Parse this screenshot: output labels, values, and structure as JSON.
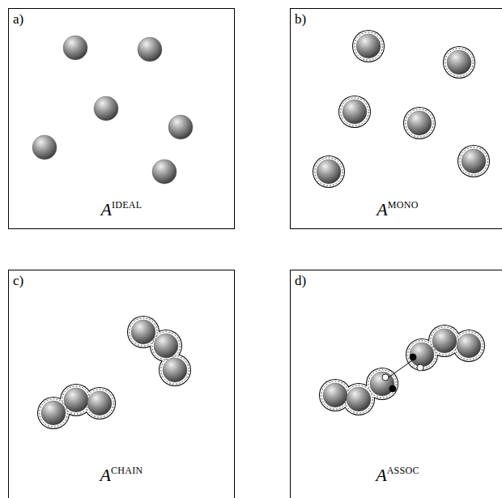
{
  "diagram": {
    "nodes": [
      {
        "text": [
          "a)",
          "A",
          "IDEAL"
        ]
      },
      {
        "text": [
          "b)",
          "A",
          "MONO"
        ]
      },
      {
        "text": [
          "c)",
          "A",
          "CHAIN"
        ]
      },
      {
        "text": [
          "d)",
          "A",
          "ASSOC"
        ]
      }
    ]
  }
}
